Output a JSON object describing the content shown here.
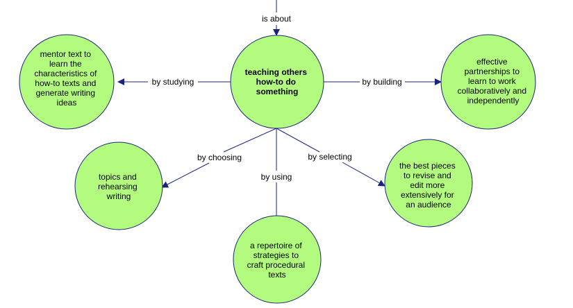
{
  "colors": {
    "node_fill": "#b3fb7e",
    "node_stroke": "#1a237e",
    "line": "#1a237e"
  },
  "nodes": {
    "center": {
      "lines": [
        "teaching others",
        "how-to do",
        "something"
      ]
    },
    "mentor": {
      "lines": [
        "mentor text to",
        "learn the",
        "characteristics of",
        "how-to texts and",
        "generate writing",
        "ideas"
      ]
    },
    "effective": {
      "lines": [
        "effective",
        "partnerships to",
        "learn to work",
        "collaboratively and",
        "independently"
      ]
    },
    "topics": {
      "lines": [
        "topics and",
        "rehearsing",
        "writing"
      ]
    },
    "repertoire": {
      "lines": [
        "a repertoire of",
        "strategies to",
        "craft procedural",
        "texts"
      ]
    },
    "best": {
      "lines": [
        "the best pieces",
        "to revise and",
        "edit more",
        "extensively for",
        "an audience"
      ]
    }
  },
  "links": {
    "is_about": "is about",
    "by_studying": "by studying",
    "by_building": "by building",
    "by_choosing": "by choosing",
    "by_using": "by using",
    "by_selecting": "by selecting"
  }
}
